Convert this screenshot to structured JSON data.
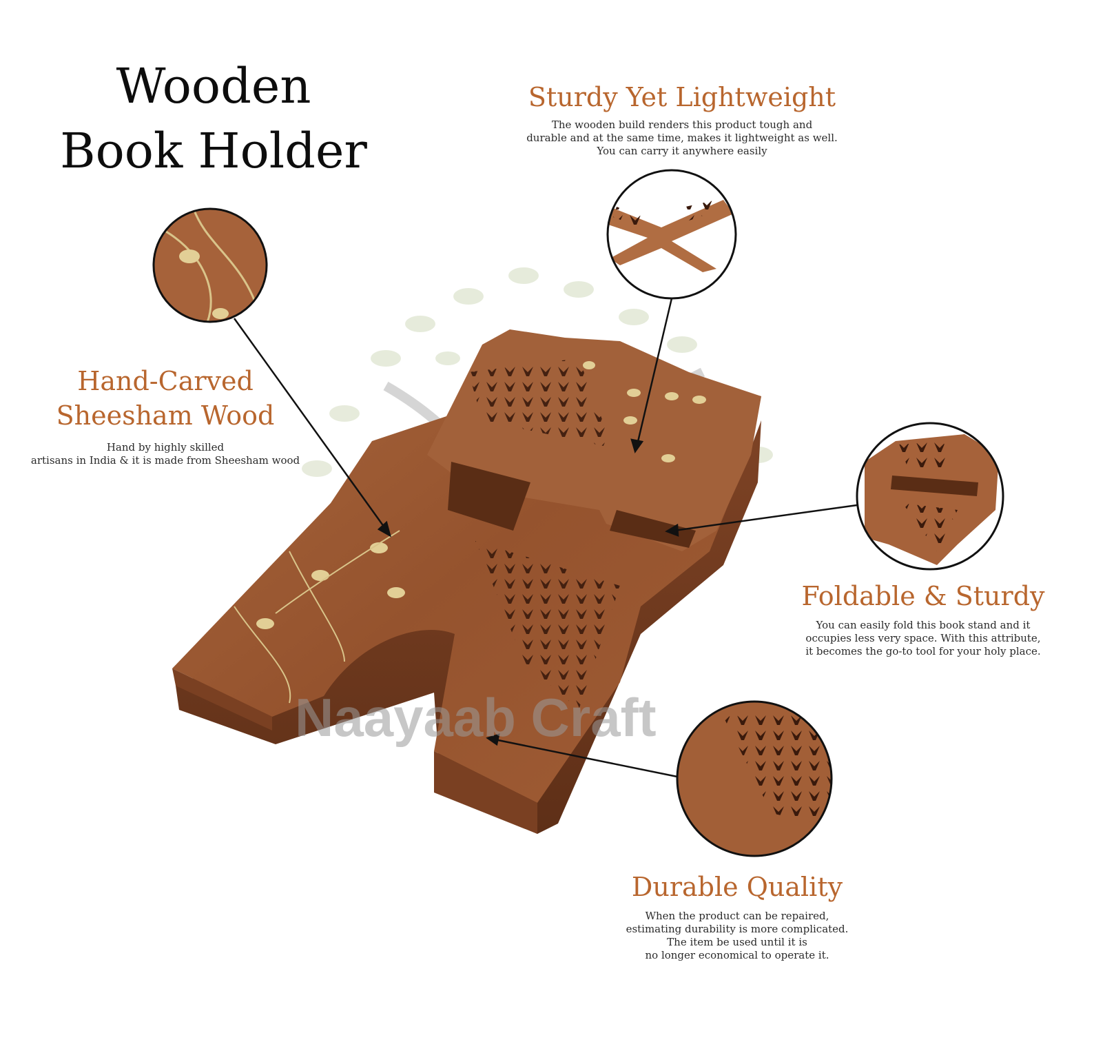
{
  "title": {
    "line1": "Wooden",
    "line2": "Book Holder"
  },
  "features": {
    "sturdy": {
      "heading": "Sturdy Yet Lightweight",
      "lines": [
        "The wooden build renders this product tough and",
        "durable and at the same time, makes it lightweight as well.",
        "You can carry it anywhere easily"
      ]
    },
    "carved": {
      "heading_l1": "Hand-Carved",
      "heading_l2": "Sheesham Wood",
      "lines": [
        "Hand by highly skilled",
        "artisans in India & it is made from Sheesham wood"
      ]
    },
    "foldable": {
      "heading": "Foldable & Sturdy",
      "lines": [
        "You can easily fold this book stand and it",
        "occupies less very space. With this attribute,",
        "it becomes the go-to tool for your holy place."
      ]
    },
    "durable": {
      "heading": "Durable Quality",
      "lines": [
        "When the product can be repaired,",
        "estimating durability is more complicated.",
        "The item be used until it is",
        "no longer economical to operate it."
      ]
    }
  },
  "watermark": "Naayaab Craft",
  "colors": {
    "heading": "#b8662e",
    "wood": "#9c5a33",
    "wood_dark": "#6e3a1e",
    "inlay": "#d9c48a"
  }
}
